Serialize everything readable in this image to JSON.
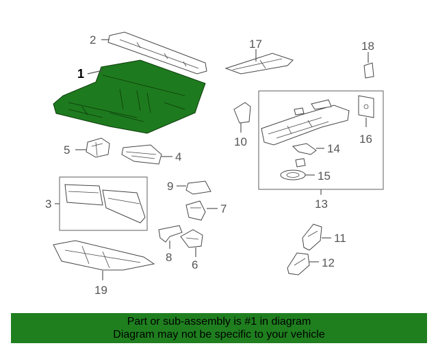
{
  "diagram": {
    "highlight_color": "#1e7a1e",
    "callouts": [
      "1",
      "2",
      "3",
      "4",
      "5",
      "6",
      "7",
      "8",
      "9",
      "10",
      "11",
      "12",
      "13",
      "14",
      "15",
      "16",
      "17",
      "18",
      "19"
    ]
  },
  "banner": {
    "line1": "Part or sub-assembly is #1 in diagram",
    "line2": "Diagram may not be specific to your vehicle",
    "background": "#1f7f1f"
  }
}
